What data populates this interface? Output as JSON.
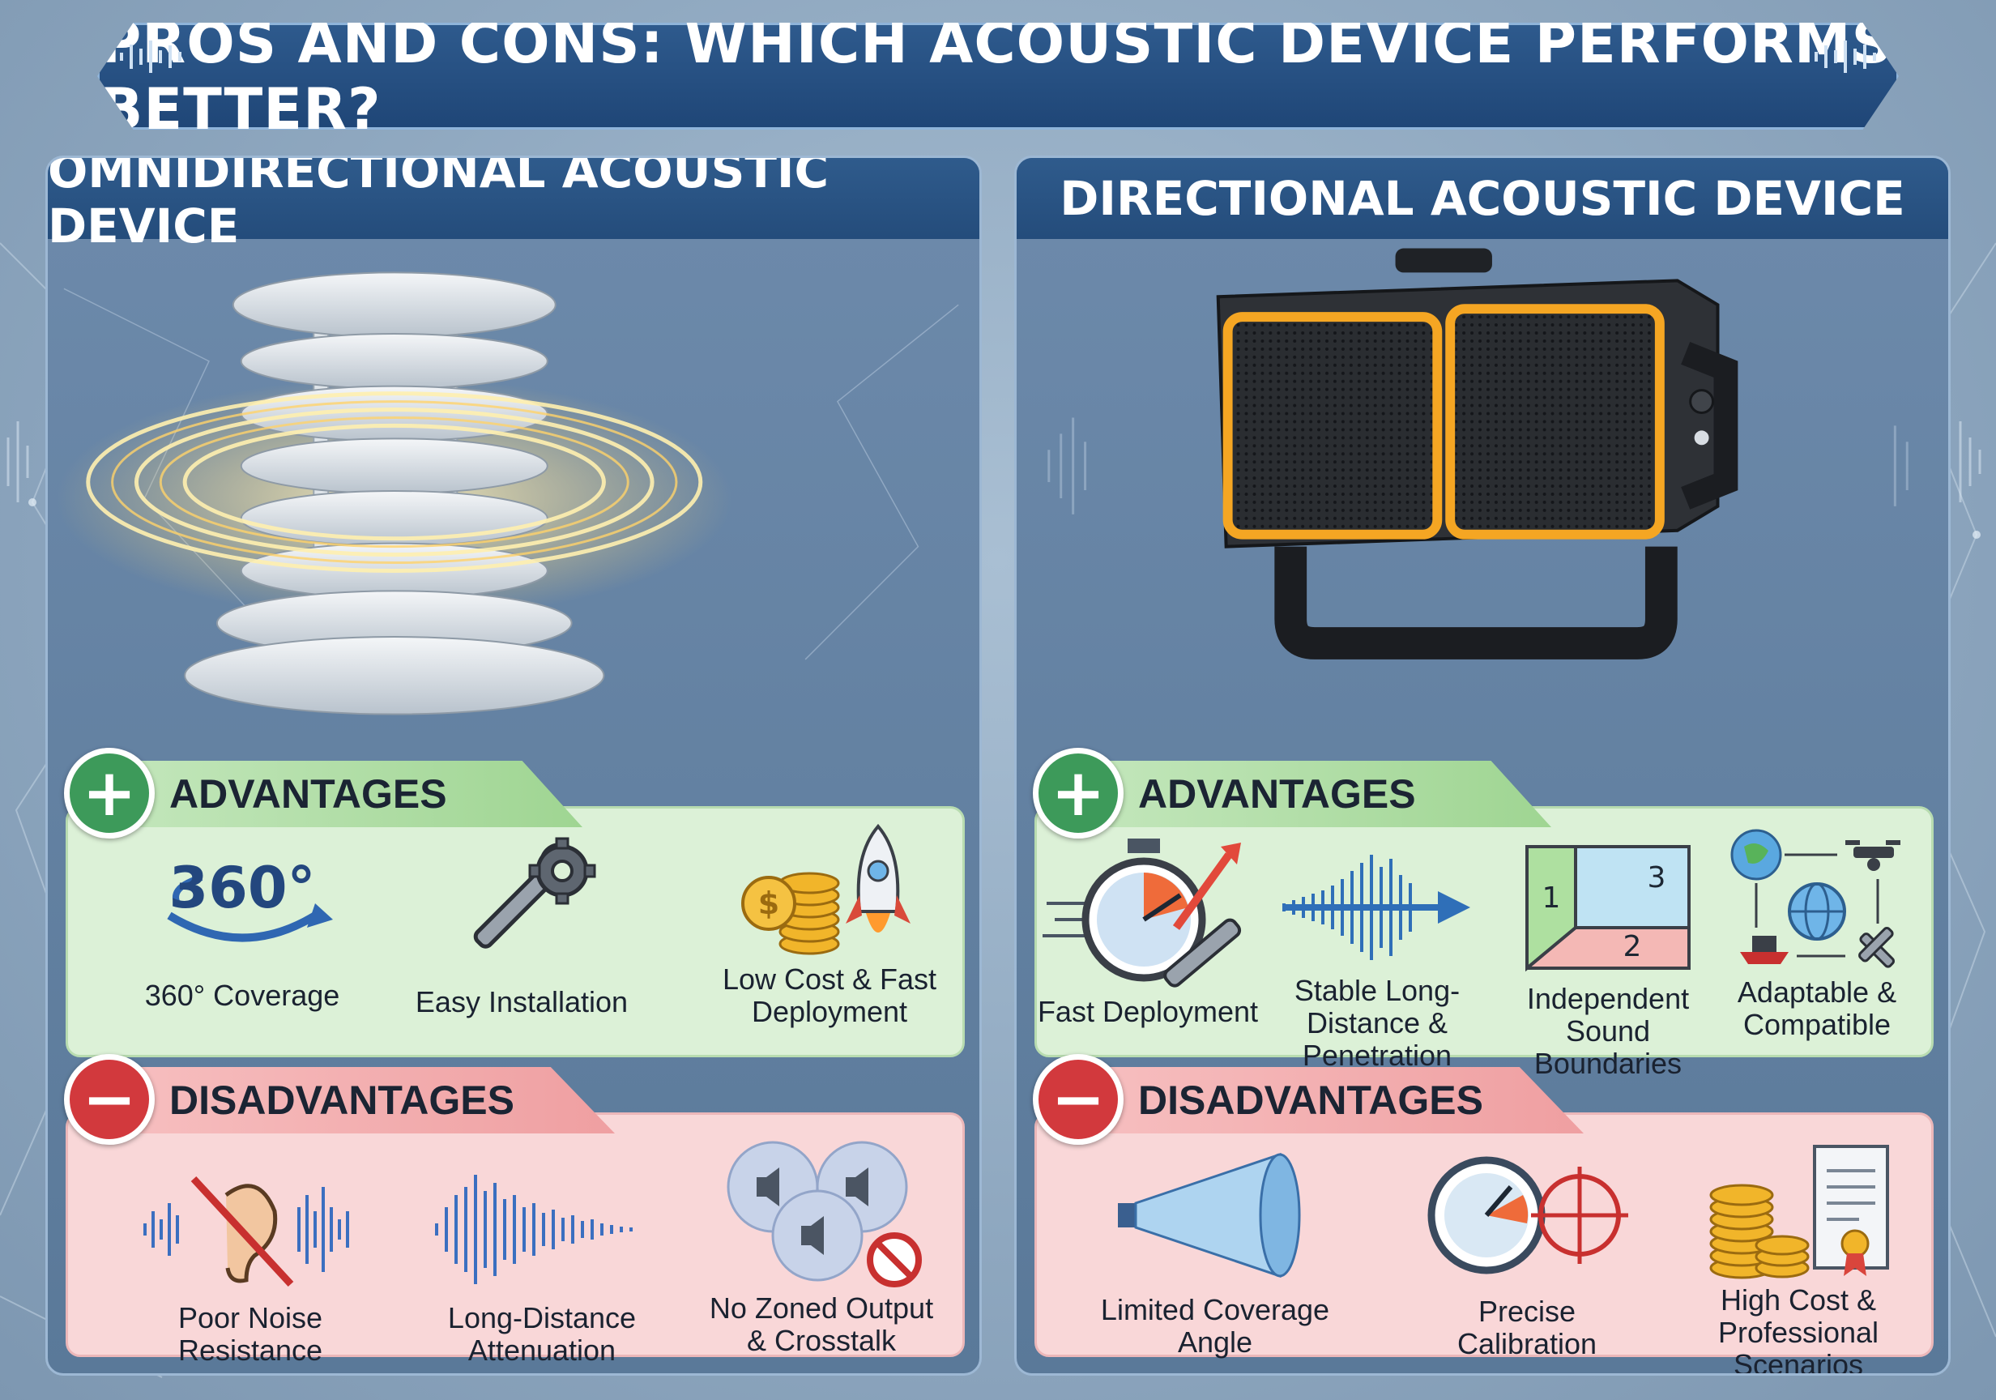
{
  "title": "PROS AND CONS: WHICH ACOUSTIC DEVICE PERFORMS BETTER?",
  "left_panel": {
    "title": "OMNIDIRECTIONAL ACOUSTIC DEVICE",
    "advantages_label": "ADVANTAGES",
    "disadvantages_label": "DISADVANTAGES",
    "advantages": [
      {
        "label": "360° Coverage",
        "icon": "360-rotate-icon",
        "icon_text": "360°"
      },
      {
        "label": "Easy Installation",
        "icon": "wrench-gear-icon"
      },
      {
        "label": "Low Cost & Fast Deployment",
        "icon": "coins-rocket-icon"
      }
    ],
    "disadvantages": [
      {
        "label": "Poor Noise Resistance",
        "icon": "crossed-ear-icon"
      },
      {
        "label": "Long-Distance Attenuation",
        "icon": "fading-wave-icon"
      },
      {
        "label": "No Zoned Output & Crosstalk",
        "icon": "overlapping-speakers-icon"
      }
    ]
  },
  "right_panel": {
    "title": "DIRECTIONAL ACOUSTIC DEVICE",
    "advantages_label": "ADVANTAGES",
    "disadvantages_label": "DISADVANTAGES",
    "advantages": [
      {
        "label": "Fast Deployment",
        "icon": "stopwatch-wrench-icon"
      },
      {
        "label": "Stable Long-Distance & Penetration",
        "icon": "wave-arrow-icon"
      },
      {
        "label": "Independent Sound Boundaries",
        "icon": "zones-icon",
        "zones": [
          "1",
          "3",
          "2"
        ]
      },
      {
        "label": "Adaptable & Compatible",
        "icon": "globe-network-icon"
      }
    ],
    "disadvantages": [
      {
        "label": "Limited Coverage Angle",
        "icon": "cone-beam-icon"
      },
      {
        "label": "Precise Calibration",
        "icon": "gauge-crosshair-icon"
      },
      {
        "label": "High Cost & Professional Scenarios",
        "icon": "coins-certificate-icon"
      }
    ]
  },
  "colors": {
    "banner": "#1f4677",
    "advantage_green": "#3d9a5a",
    "disadvantage_red": "#d2393d",
    "advantage_bg": "#dcf1d7",
    "disadvantage_bg": "#f9d7d8",
    "device_orange": "#f5a623"
  }
}
